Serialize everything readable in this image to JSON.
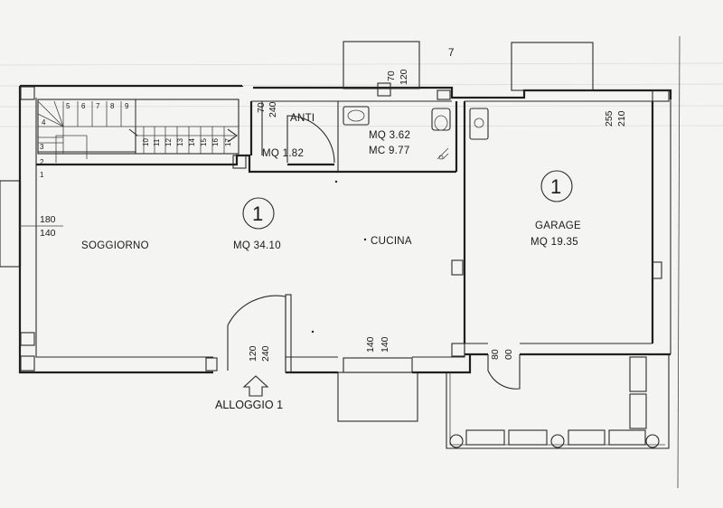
{
  "rooms": {
    "soggiorno": {
      "name": "SOGGIORNO"
    },
    "main": {
      "area": "MQ 34.10",
      "unit_no": "1"
    },
    "cucina": {
      "name": "CUCINA"
    },
    "anti": {
      "name": "ANTI",
      "area": "MQ 1.82"
    },
    "bagno": {
      "area": "MQ 3.62",
      "area2": "MC 9.77"
    },
    "garage": {
      "name": "GARAGE",
      "area": "MQ 19.35",
      "unit_no": "1"
    }
  },
  "openings": {
    "anti_door": {
      "w": "70",
      "h": "240"
    },
    "bath_window": {
      "w": "70",
      "h": "120"
    },
    "garage_window": {
      "w": "255",
      "h": "210"
    },
    "left_window": {
      "w": "180",
      "h": "140"
    },
    "entry_door": {
      "w": "120",
      "h": "240"
    },
    "kitchen_window": {
      "w": "140",
      "h": "140"
    },
    "garage_door": {
      "w": "80",
      "h": "00"
    }
  },
  "stairs": {
    "lower": [
      "1",
      "2",
      "3",
      "4",
      "5",
      "6",
      "7",
      "8",
      "9"
    ],
    "upper": [
      "10",
      "11",
      "12",
      "13",
      "14",
      "15",
      "16",
      "17"
    ]
  },
  "entry": {
    "label": "ALLOGGIO 1"
  },
  "marks": {
    "north": "7"
  }
}
